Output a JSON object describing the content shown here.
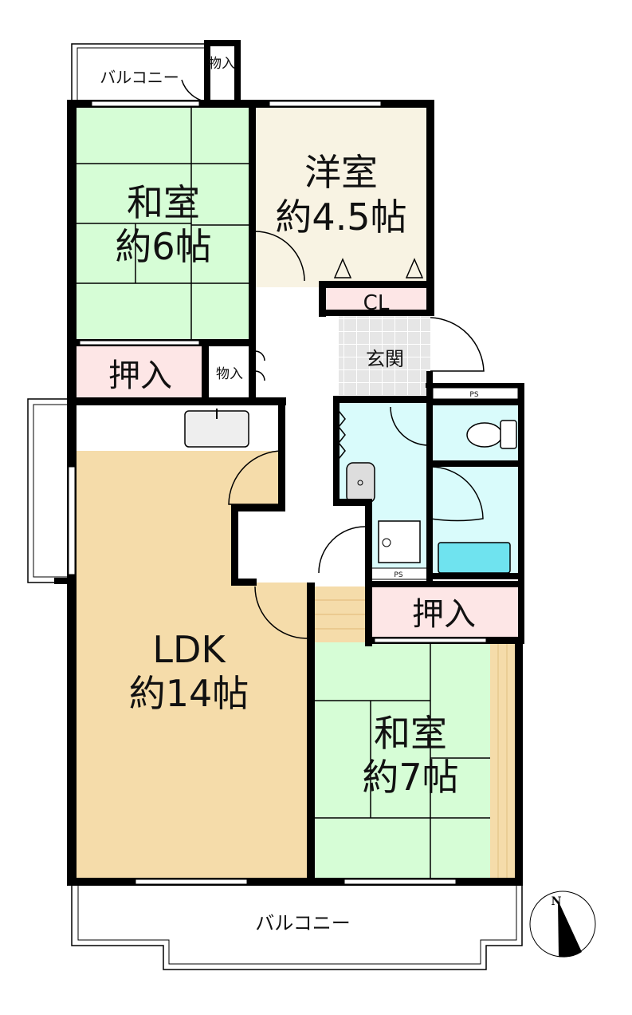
{
  "rooms": {
    "washitsu6": {
      "name": "和室",
      "size": "約6帖"
    },
    "youshitsu": {
      "name": "洋室",
      "size": "約4.5帖"
    },
    "ldk": {
      "name": "LDK",
      "size": "約14帖"
    },
    "washitsu7": {
      "name": "和室",
      "size": "約7帖"
    },
    "genkan": "玄関",
    "closet": "CL",
    "oshiire_left": "押入",
    "oshiire_right": "押入",
    "monoire_top": "物入",
    "monoire_mid": "物入",
    "balcony_top": "バルコニー",
    "balcony_bottom": "バルコニー",
    "ps_top": "PS",
    "ps_bottom": "PS"
  },
  "compass": {
    "label": "N"
  },
  "colors": {
    "tatami": "#d6fdd6",
    "western": "#f8f3e3",
    "ldk": "#f5dcaa",
    "storage": "#fde6e6",
    "wet": "#d9fbfb",
    "bath": "#6fe3ef",
    "genkan": "#e6e6e6"
  }
}
